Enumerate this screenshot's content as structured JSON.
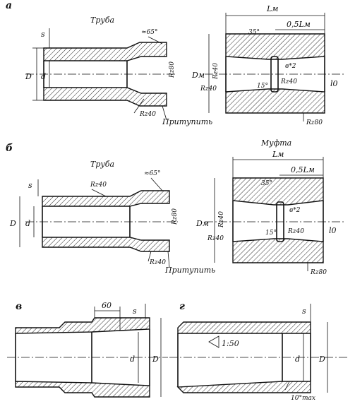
{
  "labels": {
    "panel_a": "а",
    "panel_b": "б",
    "panel_v": "в",
    "panel_g": "г",
    "pipe_a": "Труба",
    "pipe_b": "Труба",
    "coupling_b": "Муфта",
    "blunt_a": "Притупить",
    "blunt_b": "Притупить"
  },
  "dims": {
    "s": "s",
    "D": "D",
    "d": "d",
    "angle65": "≈65°",
    "angle35": "35°",
    "angle15": "15°",
    "Lm": "Lм",
    "half_Lm": "0,5Lм",
    "Dm": "Dм",
    "l0": "l0",
    "b2": "в*2",
    "rz80": "Rz80",
    "rz40": "Rz40",
    "dim60": "60",
    "taper": "1:50",
    "angle10": "10°max"
  },
  "colors": {
    "ink": "#111111",
    "paper": "#ffffff"
  }
}
